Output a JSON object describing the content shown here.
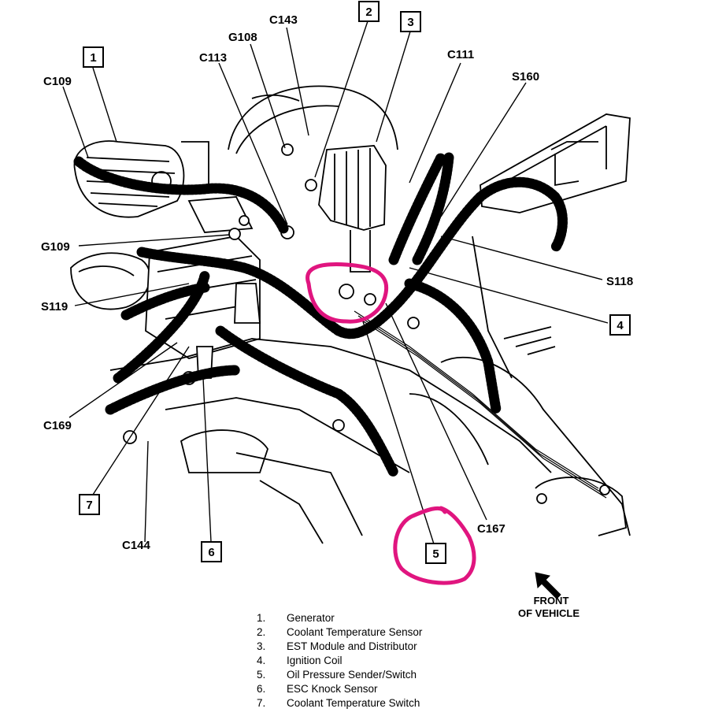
{
  "callouts": {
    "c109": "C109",
    "c113": "C113",
    "g108": "G108",
    "c143": "C143",
    "c111": "C111",
    "s160": "S160",
    "g109": "G109",
    "s118": "S118",
    "s119": "S119",
    "c169": "C169",
    "c144": "C144",
    "c167": "C167"
  },
  "numbered_boxes": [
    "1",
    "2",
    "3",
    "4",
    "5",
    "6",
    "7"
  ],
  "front_of_vehicle": {
    "line1": "FRONT",
    "line2": "OF VEHICLE"
  },
  "legend": [
    {
      "num": "1.",
      "text": "Generator"
    },
    {
      "num": "2.",
      "text": "Coolant Temperature Sensor"
    },
    {
      "num": "3.",
      "text": "EST Module and Distributor"
    },
    {
      "num": "4.",
      "text": "Ignition Coil"
    },
    {
      "num": "5.",
      "text": "Oil Pressure Sender/Switch"
    },
    {
      "num": "6.",
      "text": "ESC Knock Sensor"
    },
    {
      "num": "7.",
      "text": "Coolant Temperature Switch"
    }
  ],
  "colors": {
    "annotation": "#e0157f",
    "ink": "#000000",
    "background": "#ffffff"
  }
}
